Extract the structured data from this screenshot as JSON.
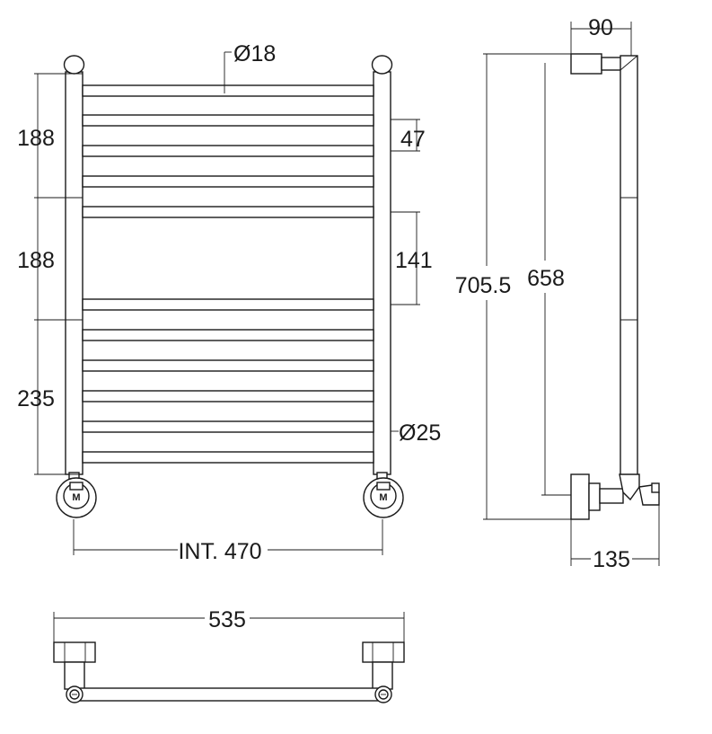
{
  "dimensions": {
    "height_top": "188",
    "height_middle": "188",
    "height_bottom": "235",
    "bar_diameter": "Ø18",
    "bar_spacing": "47",
    "gap": "141",
    "rail_diameter": "Ø25",
    "interaxis": "INT. 470",
    "wall_offset": "90",
    "total_height": "705.5",
    "rail_height": "658",
    "depth": "135",
    "total_width": "535"
  },
  "valve_mark": "M"
}
